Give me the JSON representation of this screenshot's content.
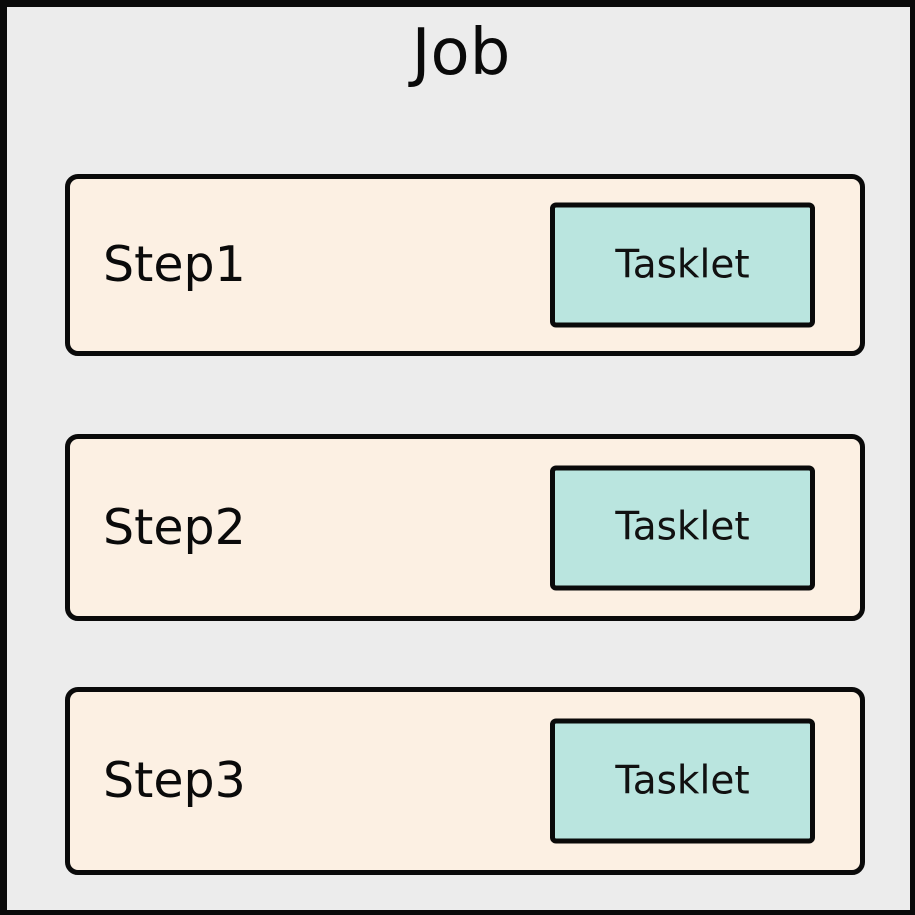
{
  "diagram": {
    "title": "Job",
    "background_color": "#ECECEC",
    "border_color": "#0A0A0A",
    "steps": [
      {
        "label": "Step1",
        "fill_color": "#FCF0E3",
        "tasklet": {
          "label": "Tasklet",
          "fill_color": "#BAE5DF"
        }
      },
      {
        "label": "Step2",
        "fill_color": "#FCF0E3",
        "tasklet": {
          "label": "Tasklet",
          "fill_color": "#BAE5DF"
        }
      },
      {
        "label": "Step3",
        "fill_color": "#FCF0E3",
        "tasklet": {
          "label": "Tasklet",
          "fill_color": "#BAE5DF"
        }
      }
    ]
  }
}
